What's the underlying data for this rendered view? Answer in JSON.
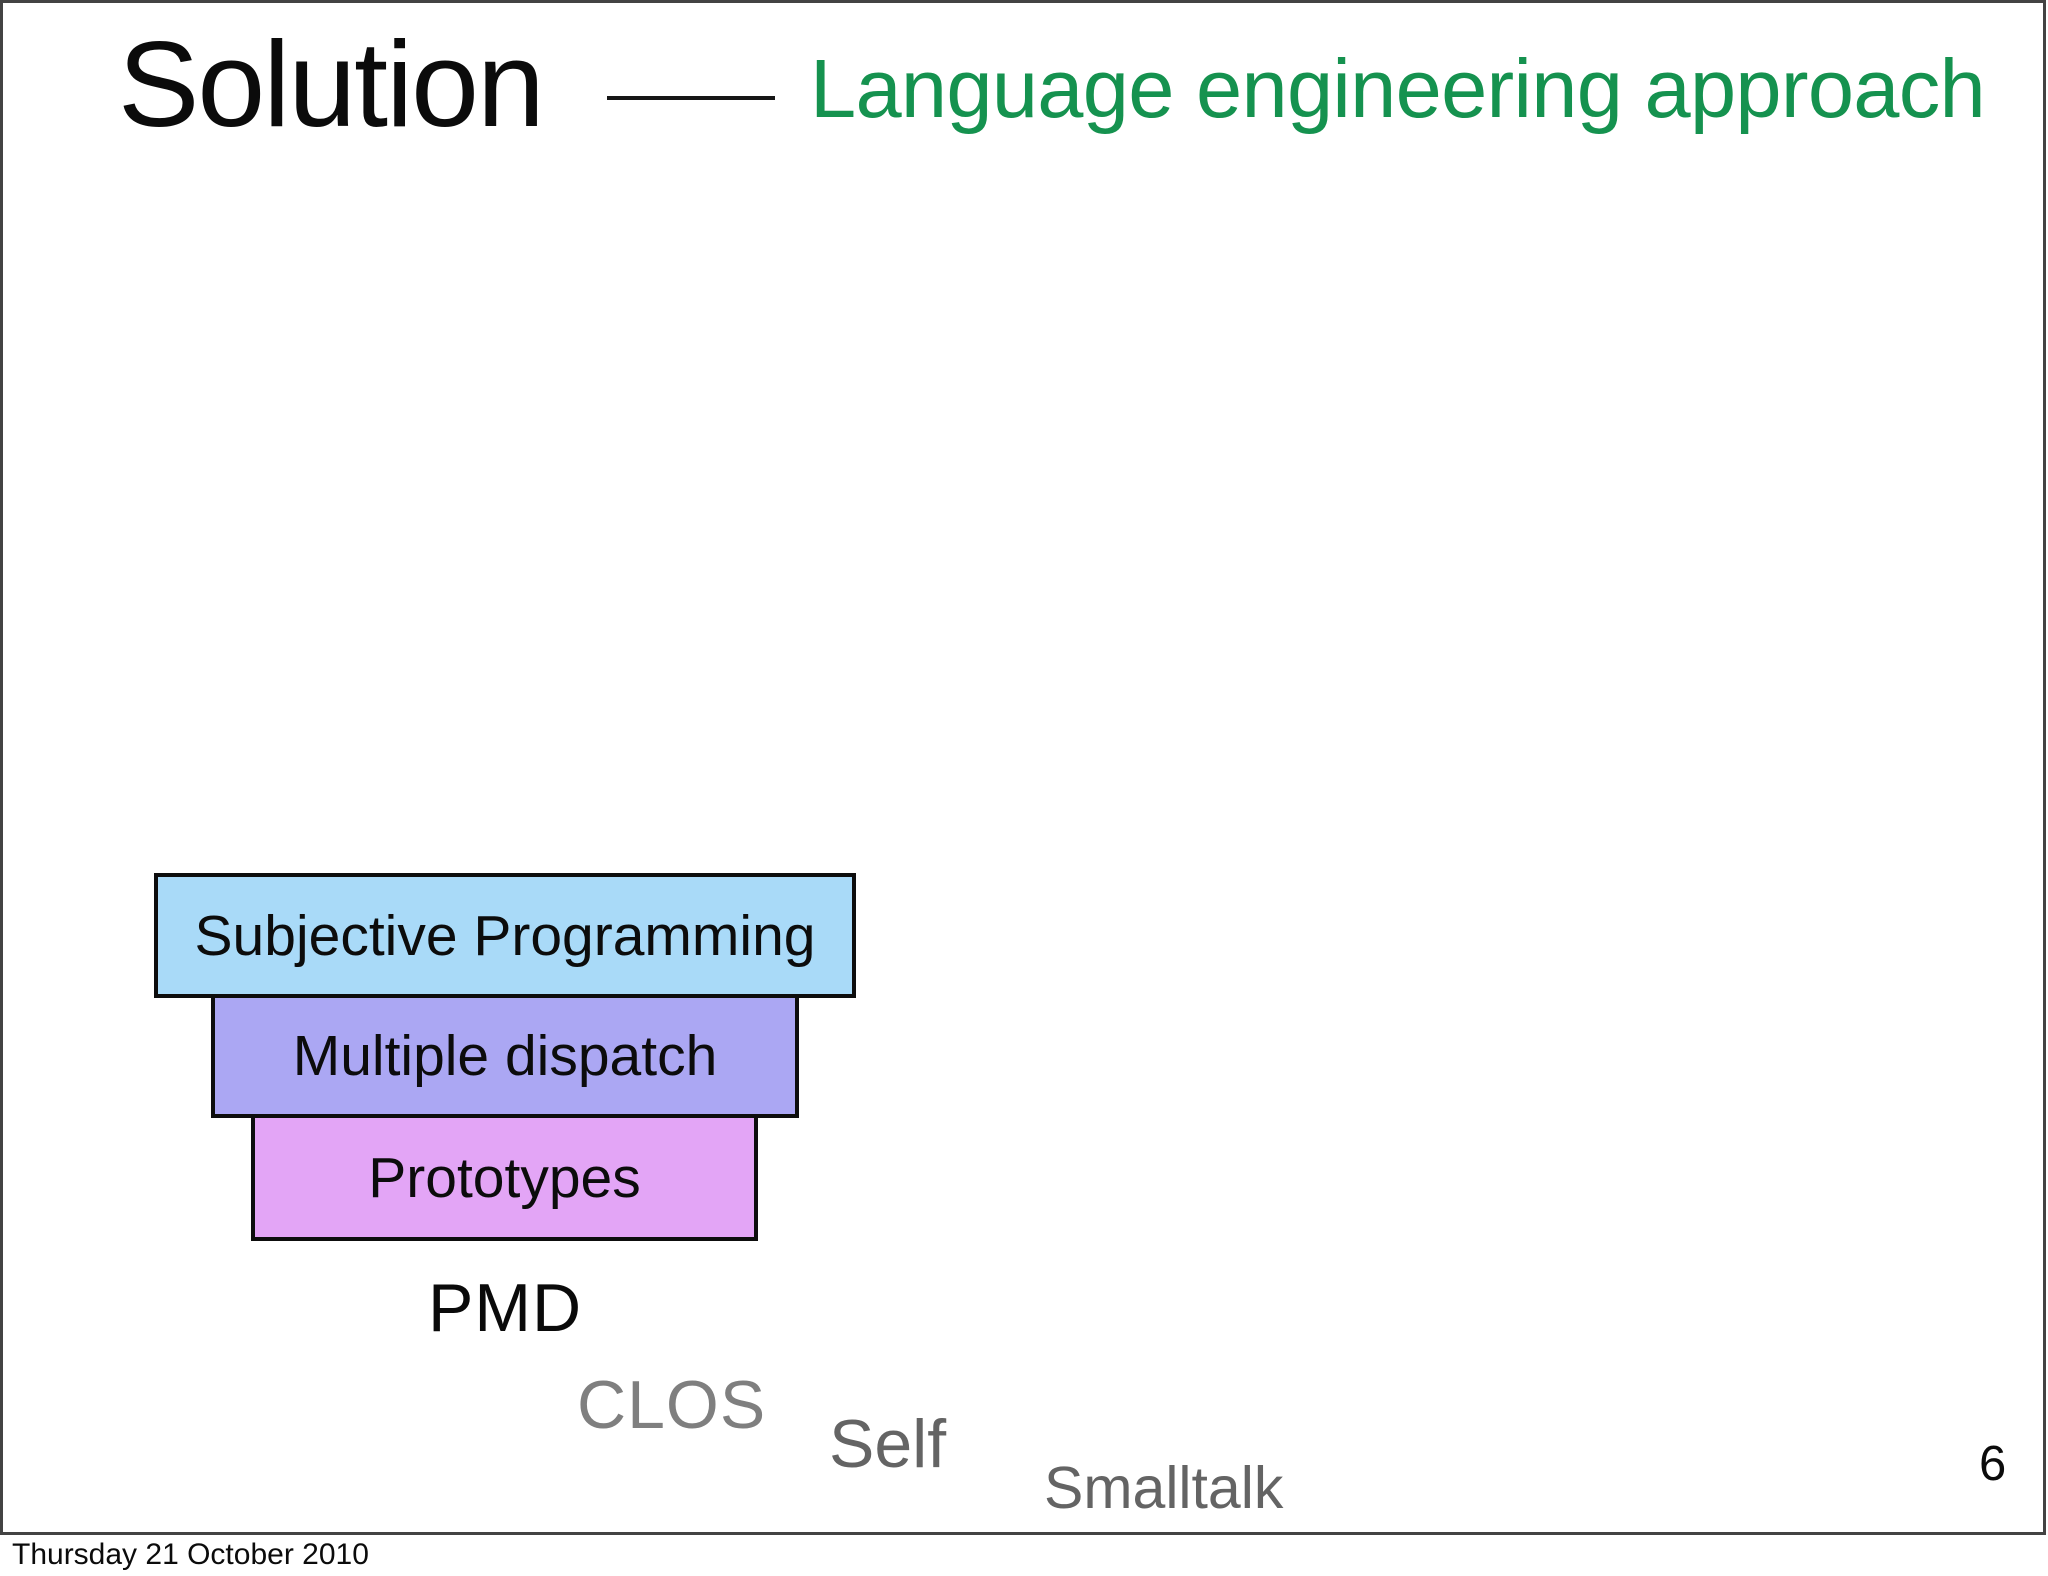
{
  "slide": {
    "title": "Solution",
    "subtitle": "Language engineering approach",
    "page_number": "6",
    "colors": {
      "subtitle_green": "#15924f",
      "stack_box_blue": "#a9daf8",
      "stack_box_purple": "#aba7f3",
      "stack_box_magenta": "#e3a5f6",
      "stack_box_border": "#0d0d0d",
      "frame_border": "#434343",
      "gray_word_light": "#7f7f7f",
      "gray_word_dark": "#646464"
    },
    "stack": [
      {
        "label": "Subjective Programming",
        "color": "#a9daf8"
      },
      {
        "label": "Multiple dispatch",
        "color": "#aba7f3"
      },
      {
        "label": "Prototypes",
        "color": "#e3a5f6"
      }
    ],
    "languages": [
      {
        "label": "PMD",
        "color": "#0a0a0a"
      },
      {
        "label": "CLOS",
        "color": "#7f7f7f"
      },
      {
        "label": "Self",
        "color": "#646464"
      },
      {
        "label": "Smalltalk",
        "color": "#646464"
      }
    ]
  },
  "footer": {
    "date": "Thursday 21 October 2010"
  }
}
